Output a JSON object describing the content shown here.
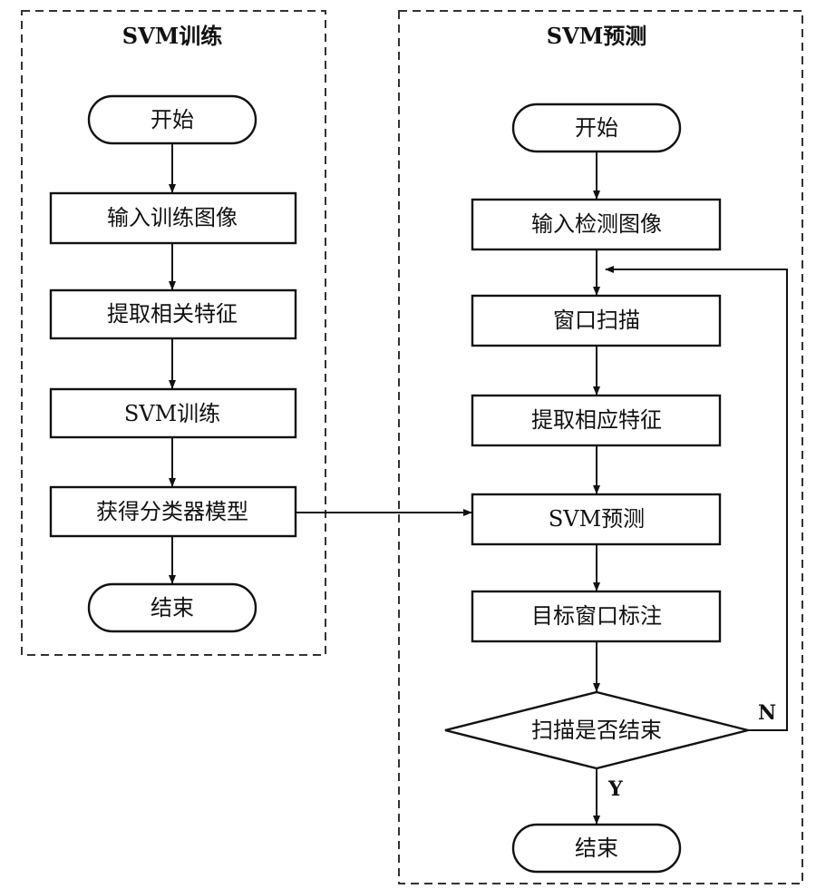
{
  "lanes": {
    "training": {
      "title": "SVM训练"
    },
    "prediction": {
      "title": "SVM预测"
    }
  },
  "training": {
    "start": "开始",
    "input": "输入训练图像",
    "extract": "提取相关特征",
    "train": "SVM训练",
    "model": "获得分类器模型",
    "end": "结束"
  },
  "prediction": {
    "start": "开始",
    "input": "输入检测图像",
    "scan": "窗口扫描",
    "extract": "提取相应特征",
    "predict": "SVM预测",
    "mark": "目标窗口标注",
    "decision": "扫描是否结束",
    "end": "结束",
    "no_label": "N",
    "yes_label": "Y"
  }
}
